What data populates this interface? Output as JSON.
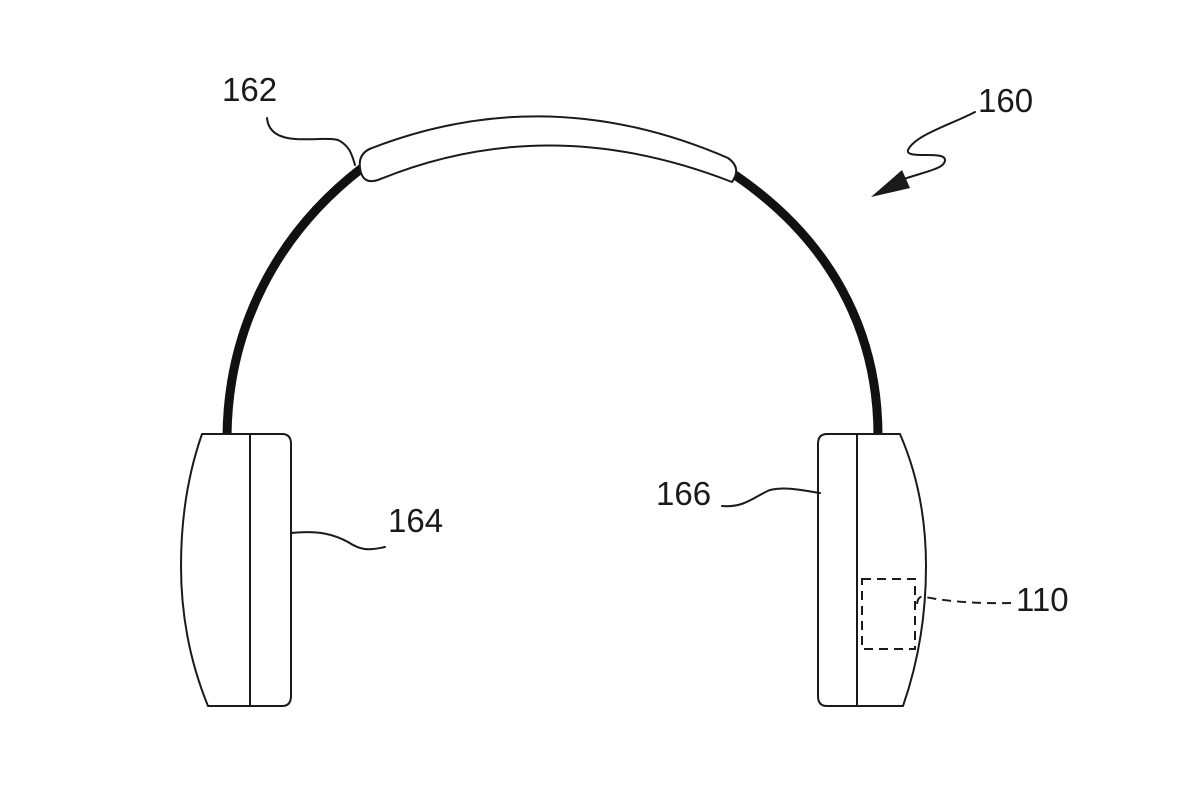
{
  "figure": {
    "labels": {
      "device": "160",
      "headband": "162",
      "left_earcup": "164",
      "right_earcup": "166",
      "component": "110"
    }
  }
}
